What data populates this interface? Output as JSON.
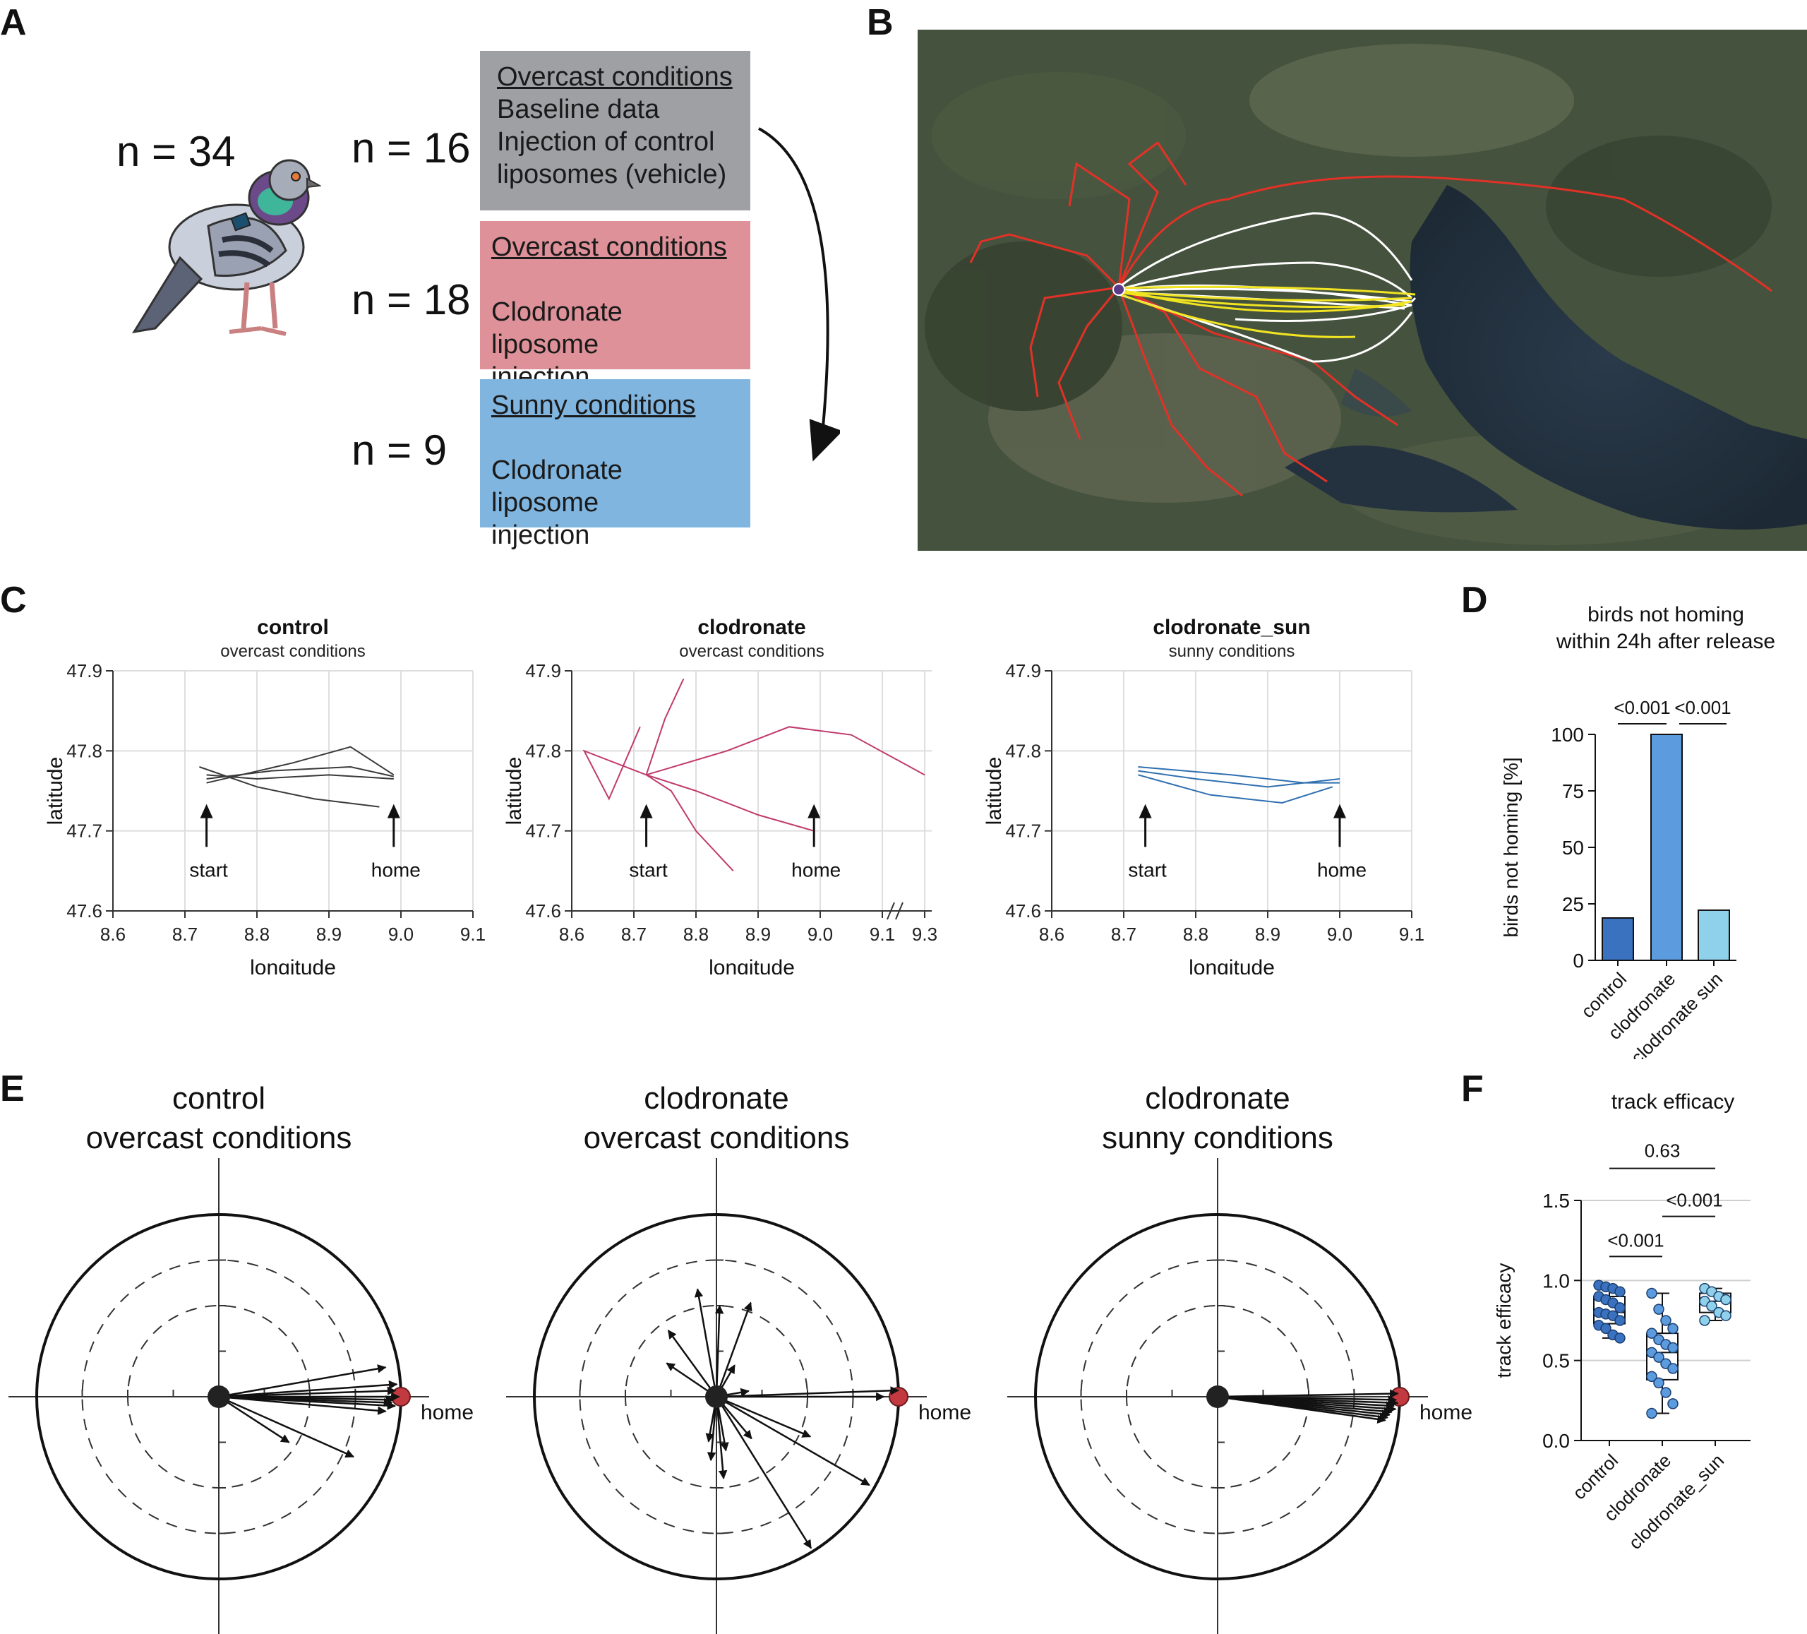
{
  "panel_labels": {
    "a": "A",
    "b": "B",
    "c": "C",
    "d": "D",
    "e": "E",
    "f": "F"
  },
  "panelA": {
    "n_total": "n = 34",
    "groups": [
      {
        "n": "n = 16",
        "title": "Overcast conditions",
        "lines": [
          "Baseline data",
          "Injection of control",
          "liposomes (vehicle)"
        ],
        "color": "#9fa0a4"
      },
      {
        "n": "n = 18",
        "title": "Overcast conditions",
        "lines": [
          "",
          "Clodronate liposome",
          "injection"
        ],
        "color": "#de9199"
      },
      {
        "n": "n = 9",
        "title": "Sunny conditions",
        "lines": [
          "",
          "Clodronate liposome",
          "injection"
        ],
        "color": "#80b5df"
      }
    ]
  },
  "panelB": {
    "track_colors": {
      "clodronate": "#e23127",
      "control": "#ffffff",
      "clodronate_sun": "#f1e421"
    }
  },
  "panelC": {
    "plots": [
      {
        "title": "control",
        "subtitle": "overcast conditions",
        "color": "#3a3a3a",
        "start": "start",
        "home": "home",
        "x_ticks": [
          "8.6",
          "8.7",
          "8.8",
          "8.9",
          "9.0",
          "9.1"
        ],
        "y_ticks": [
          "47.6",
          "47.7",
          "47.8",
          "47.9"
        ]
      },
      {
        "title": "clodronate",
        "subtitle": "overcast conditions",
        "color": "#c03a6c",
        "start": "start",
        "home": "home",
        "x_ticks": [
          "8.6",
          "8.7",
          "8.8",
          "8.9",
          "9.0",
          "9.1",
          "9.3"
        ],
        "y_ticks": [
          "47.6",
          "47.7",
          "47.8",
          "47.9"
        ]
      },
      {
        "title": "clodronate_sun",
        "subtitle": "sunny conditions",
        "color": "#2f6fb0",
        "start": "start",
        "home": "home",
        "x_ticks": [
          "8.6",
          "8.7",
          "8.8",
          "8.9",
          "9.0",
          "9.1"
        ],
        "y_ticks": [
          "47.6",
          "47.7",
          "47.8",
          "47.9"
        ]
      }
    ],
    "xlabel": "longitude",
    "ylabel": "latitude"
  },
  "panelE": {
    "titles": [
      [
        "control",
        "overcast conditions"
      ],
      [
        "clodronate",
        "overcast conditions"
      ],
      [
        "clodronate",
        "sunny conditions"
      ]
    ],
    "home_label": "home"
  },
  "chart_data": [
    {
      "type": "line",
      "title": "control",
      "subtitle": "overcast conditions",
      "xlabel": "longitude",
      "ylabel": "latitude",
      "xlim": [
        8.6,
        9.1
      ],
      "ylim": [
        47.6,
        47.9
      ],
      "annotations": [
        {
          "text": "start",
          "x": 8.73
        },
        {
          "text": "home",
          "x": 8.99
        }
      ],
      "series": [
        {
          "x": [
            8.73,
            8.8,
            8.9,
            8.99
          ],
          "y": [
            47.77,
            47.765,
            47.77,
            47.765
          ]
        },
        {
          "x": [
            8.73,
            8.85,
            8.93,
            8.99
          ],
          "y": [
            47.76,
            47.785,
            47.805,
            47.77
          ]
        },
        {
          "x": [
            8.72,
            8.8,
            8.88,
            8.97
          ],
          "y": [
            47.78,
            47.755,
            47.74,
            47.73
          ]
        },
        {
          "x": [
            8.73,
            8.82,
            8.93,
            8.99
          ],
          "y": [
            47.765,
            47.775,
            47.78,
            47.768
          ]
        }
      ]
    },
    {
      "type": "line",
      "title": "clodronate",
      "subtitle": "overcast conditions",
      "xlabel": "longitude",
      "ylabel": "latitude",
      "xlim": [
        8.6,
        9.3
      ],
      "ylim": [
        47.6,
        47.9
      ],
      "annotations": [
        {
          "text": "start",
          "x": 8.72
        },
        {
          "text": "home",
          "x": 8.99
        }
      ],
      "series": [
        {
          "x": [
            8.72,
            8.85,
            8.95,
            9.05,
            9.3
          ],
          "y": [
            47.77,
            47.8,
            47.83,
            47.82,
            47.77
          ]
        },
        {
          "x": [
            8.72,
            8.62,
            8.66,
            8.71
          ],
          "y": [
            47.77,
            47.8,
            47.74,
            47.83
          ]
        },
        {
          "x": [
            8.72,
            8.76,
            8.8,
            8.86
          ],
          "y": [
            47.77,
            47.75,
            47.7,
            47.65
          ]
        },
        {
          "x": [
            8.72,
            8.8,
            8.9,
            8.99
          ],
          "y": [
            47.77,
            47.75,
            47.72,
            47.7
          ]
        },
        {
          "x": [
            8.72,
            8.75,
            8.78
          ],
          "y": [
            47.77,
            47.84,
            47.89
          ]
        }
      ]
    },
    {
      "type": "line",
      "title": "clodronate_sun",
      "subtitle": "sunny conditions",
      "xlabel": "longitude",
      "ylabel": "latitude",
      "xlim": [
        8.6,
        9.1
      ],
      "ylim": [
        47.6,
        47.9
      ],
      "annotations": [
        {
          "text": "start",
          "x": 8.73
        },
        {
          "text": "home",
          "x": 9.0
        }
      ],
      "series": [
        {
          "x": [
            8.72,
            8.8,
            8.9,
            9.0
          ],
          "y": [
            47.775,
            47.765,
            47.755,
            47.765
          ]
        },
        {
          "x": [
            8.72,
            8.82,
            8.92,
            8.99
          ],
          "y": [
            47.77,
            47.745,
            47.735,
            47.755
          ]
        },
        {
          "x": [
            8.72,
            8.85,
            8.95,
            9.0
          ],
          "y": [
            47.78,
            47.77,
            47.76,
            47.76
          ]
        }
      ]
    },
    {
      "type": "bar",
      "title": "birds not homing within 24h after release",
      "title_lines": [
        "birds not homing",
        "within 24h after release"
      ],
      "ylabel": "birds not homing [%]",
      "categories": [
        "control",
        "clodronate",
        "clodronate sun"
      ],
      "values": [
        18.75,
        100,
        22.2
      ],
      "colors": [
        "#3a72c0",
        "#5b9bde",
        "#8fd1ea"
      ],
      "ylim": [
        0,
        100
      ],
      "y_ticks": [
        "0",
        "25",
        "50",
        "75",
        "100"
      ],
      "significance": [
        {
          "pair": [
            "control",
            "clodronate"
          ],
          "label": "<0.001"
        },
        {
          "pair": [
            "clodronate",
            "clodronate sun"
          ],
          "label": "<0.001"
        }
      ]
    },
    {
      "type": "scatter",
      "title": "track efficacy",
      "ylabel": "track efficacy",
      "categories": [
        "control",
        "clodronate",
        "clodronate_sun"
      ],
      "colors": [
        "#3a72c0",
        "#5b9bde",
        "#8fd1ea"
      ],
      "ylim": [
        0,
        1.5
      ],
      "y_ticks": [
        "0.0",
        "0.5",
        "1.0",
        "1.5"
      ],
      "boxes": [
        {
          "min": 0.64,
          "q1": 0.73,
          "median": 0.8,
          "q3": 0.9,
          "max": 0.97
        },
        {
          "min": 0.17,
          "q1": 0.38,
          "median": 0.55,
          "q3": 0.67,
          "max": 0.92
        },
        {
          "min": 0.75,
          "q1": 0.8,
          "median": 0.87,
          "q3": 0.92,
          "max": 0.95
        }
      ],
      "points": [
        [
          0.97,
          0.96,
          0.95,
          0.93,
          0.9,
          0.88,
          0.86,
          0.83,
          0.8,
          0.79,
          0.78,
          0.75,
          0.72,
          0.7,
          0.66,
          0.64
        ],
        [
          0.92,
          0.82,
          0.75,
          0.7,
          0.67,
          0.63,
          0.6,
          0.58,
          0.55,
          0.52,
          0.48,
          0.45,
          0.4,
          0.36,
          0.3,
          0.23,
          0.17
        ],
        [
          0.95,
          0.93,
          0.9,
          0.88,
          0.87,
          0.84,
          0.8,
          0.78,
          0.75
        ]
      ],
      "significance": [
        {
          "pair": [
            "control",
            "clodronate"
          ],
          "label": "<0.001"
        },
        {
          "pair": [
            "clodronate",
            "clodronate_sun"
          ],
          "label": "<0.001"
        },
        {
          "pair": [
            "control",
            "clodronate_sun"
          ],
          "label": "0.63"
        }
      ]
    },
    {
      "type": "scatter",
      "title": "control overcast conditions",
      "description_kind": "circular vector plot",
      "vectors": [
        {
          "angle_deg": 2,
          "length": 0.97
        },
        {
          "angle_deg": 4,
          "length": 0.98
        },
        {
          "angle_deg": -1,
          "length": 0.96
        },
        {
          "angle_deg": -2,
          "length": 0.95
        },
        {
          "angle_deg": -3,
          "length": 0.97
        },
        {
          "angle_deg": 0,
          "length": 0.99
        },
        {
          "angle_deg": -5,
          "length": 0.92
        },
        {
          "angle_deg": 10,
          "length": 0.93
        },
        {
          "angle_deg": -24,
          "length": 0.81
        },
        {
          "angle_deg": -33,
          "length": 0.46
        }
      ]
    },
    {
      "type": "scatter",
      "title": "clodronate overcast conditions",
      "description_kind": "circular vector plot",
      "vectors": [
        {
          "angle_deg": 2,
          "length": 1.0
        },
        {
          "angle_deg": 0,
          "length": 0.92
        },
        {
          "angle_deg": -30,
          "length": 0.97
        },
        {
          "angle_deg": -58,
          "length": 0.98
        },
        {
          "angle_deg": -23,
          "length": 0.56
        },
        {
          "angle_deg": 100,
          "length": 0.6
        },
        {
          "angle_deg": 88,
          "length": 0.5
        },
        {
          "angle_deg": 70,
          "length": 0.55
        },
        {
          "angle_deg": 146,
          "length": 0.33
        },
        {
          "angle_deg": 126,
          "length": 0.45
        },
        {
          "angle_deg": -95,
          "length": 0.35
        },
        {
          "angle_deg": -85,
          "length": 0.45
        },
        {
          "angle_deg": -80,
          "length": 0.3
        },
        {
          "angle_deg": -100,
          "length": 0.25
        },
        {
          "angle_deg": -50,
          "length": 0.3
        },
        {
          "angle_deg": 10,
          "length": 0.18
        },
        {
          "angle_deg": 60,
          "length": 0.2
        }
      ]
    },
    {
      "type": "scatter",
      "title": "clodronate sunny conditions",
      "description_kind": "circular vector plot",
      "vectors": [
        {
          "angle_deg": 1,
          "length": 0.99
        },
        {
          "angle_deg": -1,
          "length": 0.98
        },
        {
          "angle_deg": -3,
          "length": 0.97
        },
        {
          "angle_deg": -5,
          "length": 0.96
        },
        {
          "angle_deg": -6,
          "length": 0.95
        },
        {
          "angle_deg": -8,
          "length": 0.93
        },
        {
          "angle_deg": -2,
          "length": 0.99
        },
        {
          "angle_deg": -4,
          "length": 0.98
        },
        {
          "angle_deg": -7,
          "length": 0.94
        }
      ]
    }
  ]
}
